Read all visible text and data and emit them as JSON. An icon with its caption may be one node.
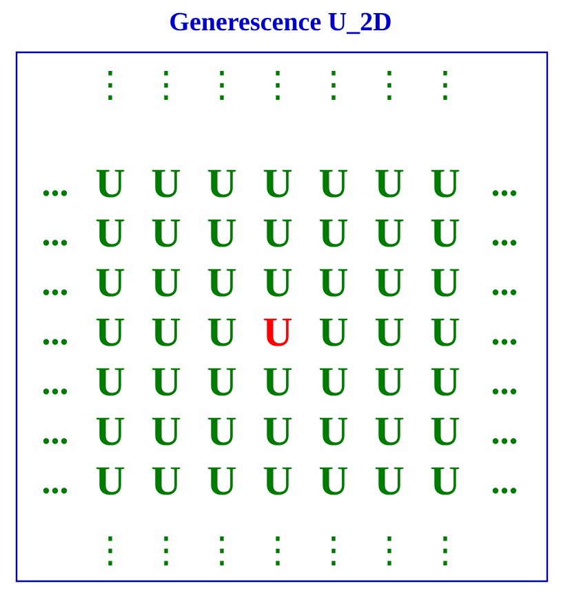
{
  "diagram": {
    "title": "Generescence  U_2D",
    "labels": [
      "⋮",
      "⋮",
      "⋮",
      "⋮",
      "⋮",
      "⋮",
      "⋮",
      "...",
      "U",
      "U",
      "U",
      "U",
      "U",
      "U",
      "U",
      "...",
      "...",
      "U",
      "U",
      "U",
      "U",
      "U",
      "U",
      "U",
      "...",
      "...",
      "U",
      "U",
      "U",
      "U",
      "U",
      "U",
      "U",
      "...",
      "...",
      "U",
      "U",
      "U",
      "U",
      "U",
      "U",
      "U",
      "...",
      "...",
      "U",
      "U",
      "U",
      "U",
      "U",
      "U",
      "U",
      "...",
      "...",
      "U",
      "U",
      "U",
      "U",
      "U",
      "U",
      "U",
      "...",
      "...",
      "U",
      "U",
      "U",
      "U",
      "U",
      "U",
      "U",
      "...",
      "⋮",
      "⋮",
      "⋮",
      "⋮",
      "⋮",
      "⋮",
      "⋮"
    ]
  }
}
